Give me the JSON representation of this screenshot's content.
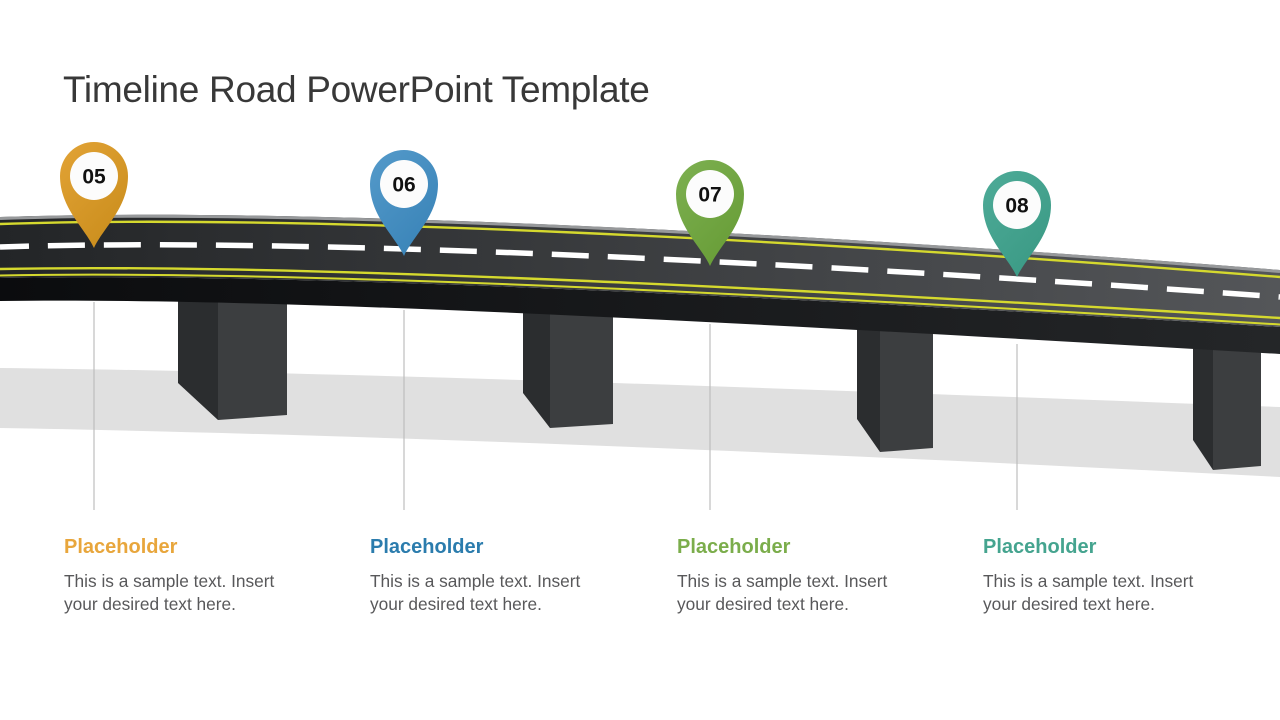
{
  "slide": {
    "title": "Timeline Road PowerPoint Template"
  },
  "milestones": [
    {
      "number": "05",
      "heading": "Placeholder",
      "body": "This is a sample text. Insert your desired text here."
    },
    {
      "number": "06",
      "heading": "Placeholder",
      "body": "This is a sample text. Insert your desired text here."
    },
    {
      "number": "07",
      "heading": "Placeholder",
      "body": "This is a sample text. Insert your desired text here."
    },
    {
      "number": "08",
      "heading": "Placeholder",
      "body": "This is a sample text. Insert your desired text here."
    }
  ],
  "colors": {
    "title": "#383838",
    "body-text": "#58585A",
    "heading1": "#E8A63C",
    "heading2": "#2B7CAD",
    "heading3": "#7BAD4B",
    "heading4": "#45A48F",
    "accent1": "#E2A336",
    "accent1-dark": "#CB8E1D",
    "accent2": "#549ACA",
    "accent2-dark": "#3A84B8",
    "accent3": "#7DB051",
    "accent3-dark": "#689D37",
    "accent4": "#4EAB98",
    "accent4-dark": "#3B9A85",
    "road-dark": "#232527",
    "road-light": "#545659",
    "under-dark": "#0B0C0E",
    "under-light": "#242628",
    "edge-light": "#97999B",
    "lane-yellow": "#D5D92E",
    "dash-white": "#FFFFFF",
    "pillar-strip": "#2B2D2F",
    "pillar-face": "#3C3E40",
    "ground-shadow": "#E0E0E0",
    "connector": "#BDBDBD",
    "pin-circle": "#FCFCFC",
    "pin-number": "#111111"
  }
}
